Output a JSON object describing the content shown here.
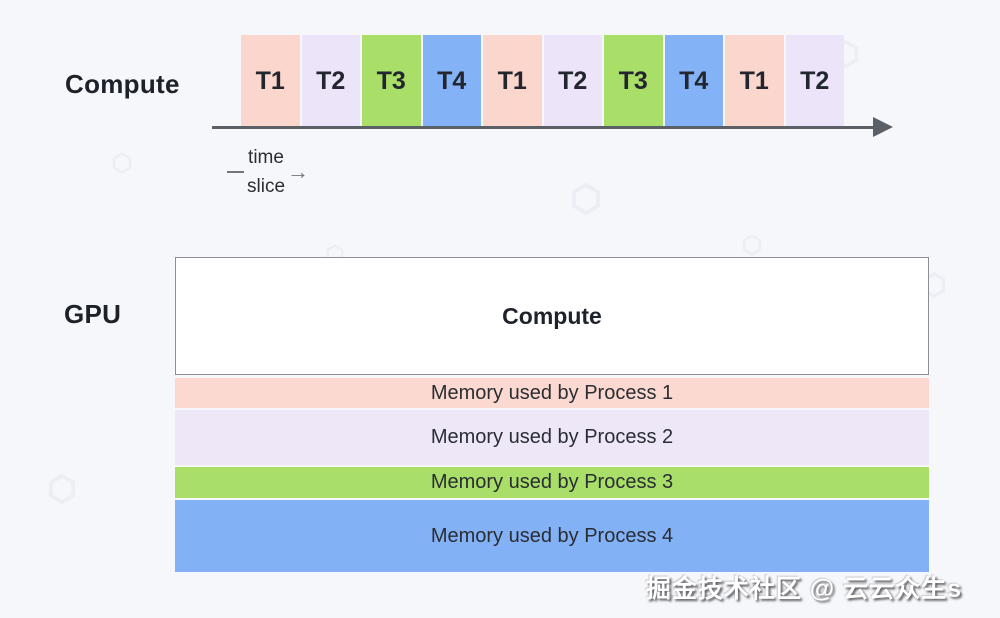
{
  "palette": {
    "process1": "#fbd6cc",
    "process2": "#ece4f8",
    "process3": "#a9de69",
    "process4": "#83b2f6",
    "axis": "#5a6065",
    "background": "#f6f7fa"
  },
  "timeline": {
    "row_label": "Compute",
    "slices": [
      {
        "label": "T1",
        "color": "#fbd6cc"
      },
      {
        "label": "T2",
        "color": "#ece4f8"
      },
      {
        "label": "T3",
        "color": "#a9de69"
      },
      {
        "label": "T4",
        "color": "#83b2f6"
      },
      {
        "label": "T1",
        "color": "#fbd6cc"
      },
      {
        "label": "T2",
        "color": "#ece4f8"
      },
      {
        "label": "T3",
        "color": "#a9de69"
      },
      {
        "label": "T4",
        "color": "#83b2f6"
      },
      {
        "label": "T1",
        "color": "#fbd6cc"
      },
      {
        "label": "T2",
        "color": "#ece4f8"
      }
    ],
    "annotation": {
      "line1": "time",
      "line2": "slice",
      "arrow": "→"
    }
  },
  "gpu": {
    "row_label": "GPU",
    "compute_box_label": "Compute",
    "memory_bars": [
      {
        "label": "Memory used by Process 1",
        "color": "#fbd9d0",
        "height": 30
      },
      {
        "label": "Memory used by Process 2",
        "color": "#eee7f8",
        "height": 55
      },
      {
        "label": "Memory used by Process 3",
        "color": "#a9de69",
        "height": 31
      },
      {
        "label": "Memory used by Process 4",
        "color": "#82b1f5",
        "height": 72
      }
    ]
  },
  "watermark": {
    "text": "掘金技术社区 @ 云云众生s"
  }
}
